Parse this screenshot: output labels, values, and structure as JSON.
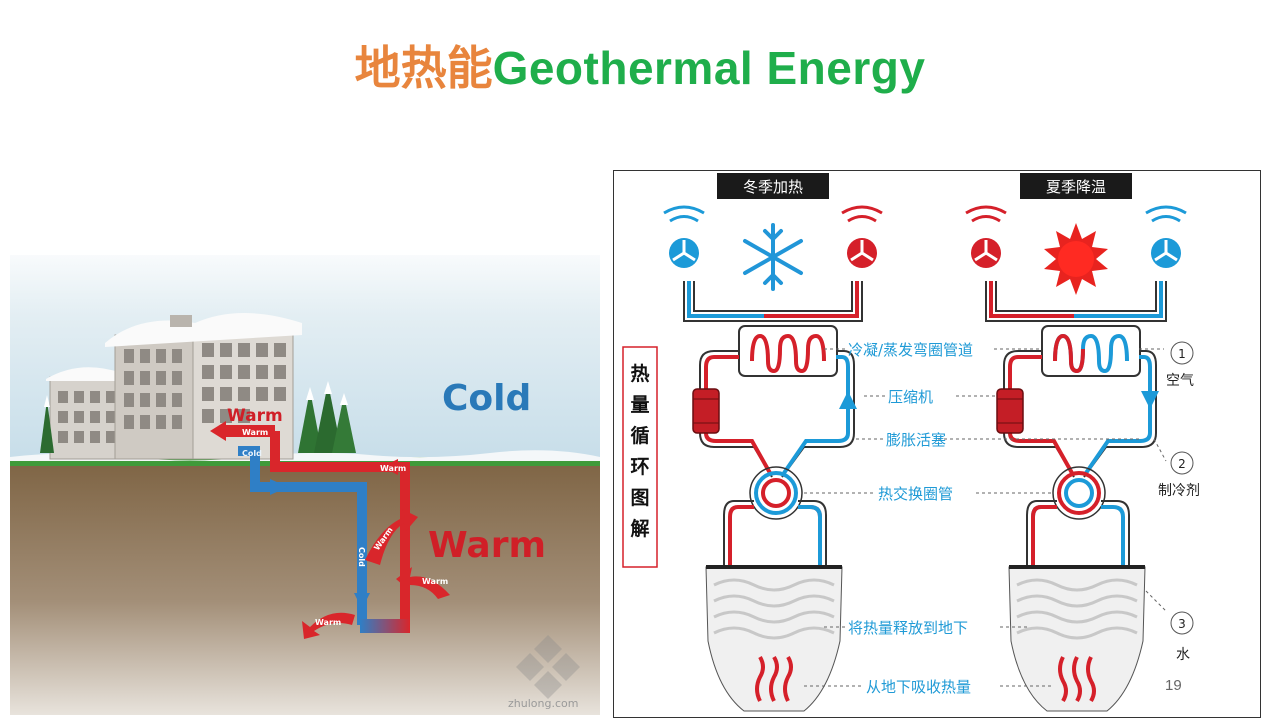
{
  "slide": {
    "title_zh": "地热能",
    "title_en": "Geothermal Energy",
    "page_number": "19"
  },
  "left_diagram": {
    "label_cold_big": "Cold",
    "label_warm_big": "Warm",
    "label_warm_pipe": "Warm",
    "label_warm_small": "Warm",
    "label_cold_small": "Cold",
    "label_warm_return": "Warm",
    "label_cold_vertical": "Cold",
    "label_warm_arrow1": "Warm",
    "label_warm_arrow2": "Warm",
    "label_warm_arrow3": "Warm",
    "watermark": "zhulong.com",
    "colors": {
      "sky": "#cde3ee",
      "ground": "#8a7356",
      "grass": "#3f9a3a",
      "warm": "#d9262b",
      "cold": "#2f7fc6",
      "label_cold": "#2a79b8",
      "label_warm": "#d01f27"
    }
  },
  "right_diagram": {
    "header_winter": "冬季加热",
    "header_summer": "夏季降温",
    "side_title": "热量循环图解",
    "label_coil": "冷凝/蒸发弯圈管道",
    "label_compressor": "压缩机",
    "label_valve": "膨胀活塞",
    "label_exchanger": "热交换圈管",
    "label_release": "将热量释放到地下",
    "label_absorb": "从地下吸收热量",
    "legend": [
      {
        "num": "1",
        "text": "空气"
      },
      {
        "num": "2",
        "text": "制冷剂"
      },
      {
        "num": "3",
        "text": "水"
      }
    ],
    "colors": {
      "label": "#1f9ad6",
      "red": "#d5202a",
      "blue": "#1c9ad8",
      "sun": "#e8231f",
      "snow": "#2196d8"
    }
  }
}
